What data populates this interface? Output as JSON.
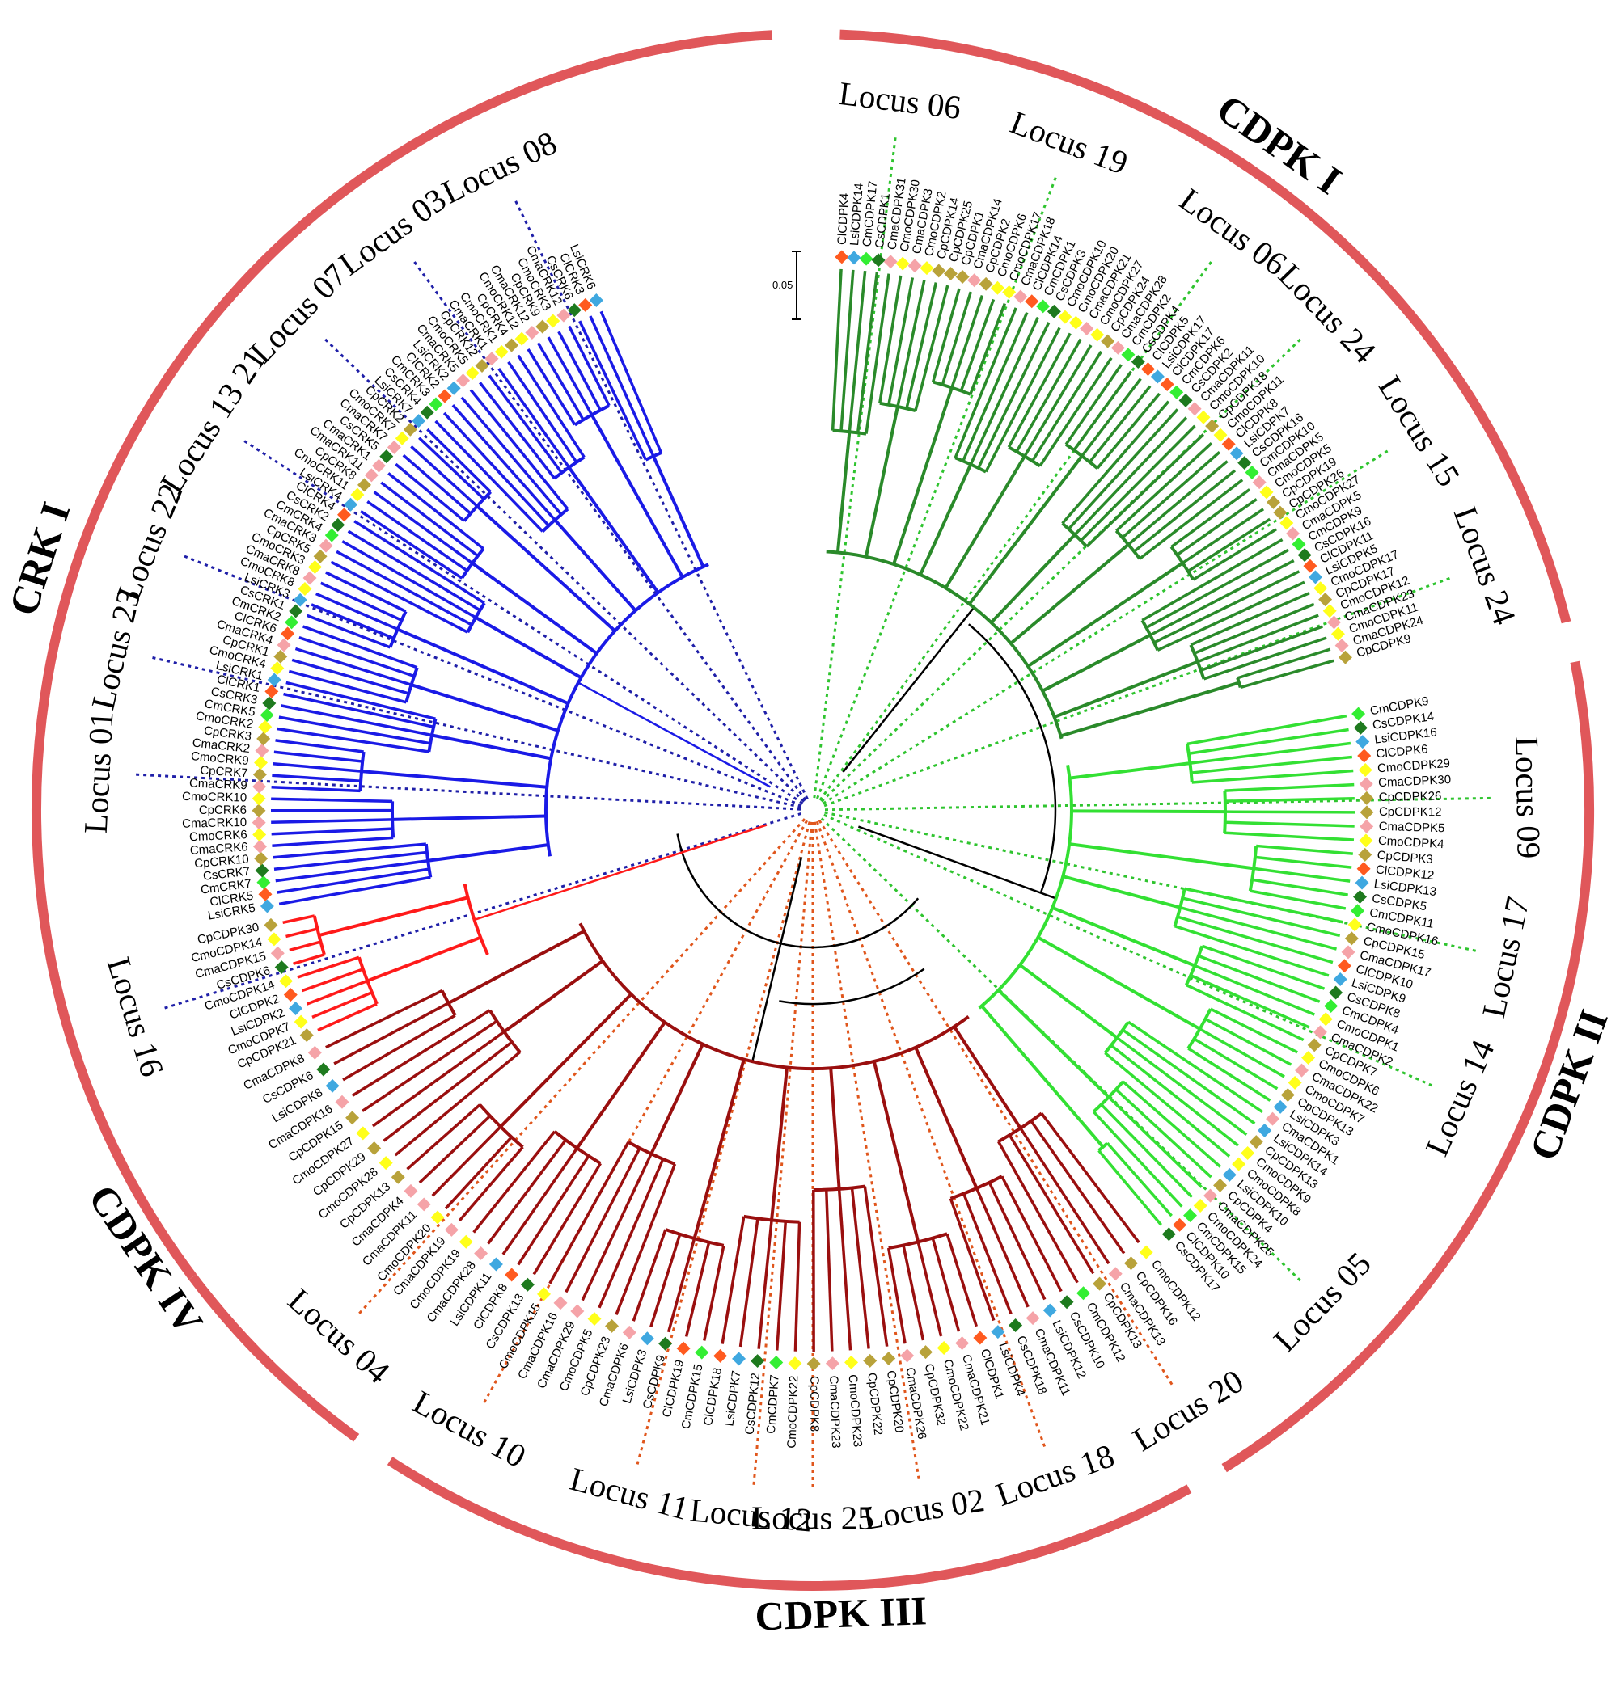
{
  "figure": {
    "scale_bar_label": "0.05",
    "colors": {
      "outer_ring": "#e0575a",
      "crk1": "#1a1ae6",
      "cdpk1": "#2a8a2a",
      "cdpk2": "#33e033",
      "cdpk3": "#9a0f0f",
      "cdpk4": "#ff1a1a",
      "backbone": "#000000",
      "locus_line_blue": "#1f1fa8",
      "locus_line_green": "#2fc42f",
      "locus_line_orange": "#e0561c"
    },
    "species_marker_colors": {
      "Cl": "#ff5a1f",
      "Lsi": "#3fa8e0",
      "Cm": "#33ee33",
      "Cs": "#1e7a1e",
      "Cmo": "#ffff1a",
      "Cma": "#f5a3a8",
      "Cp": "#b8a23a"
    },
    "groups": [
      {
        "label": "CRK I",
        "angle": -72
      },
      {
        "label": "CDPK I",
        "angle": 35
      },
      {
        "label": "CDPK II",
        "angle": 110
      },
      {
        "label": "CDPK III",
        "angle": 178
      },
      {
        "label": "CDPK IV",
        "angle": -124
      }
    ],
    "loci": [
      {
        "label": "Locus 08",
        "angle": -26
      },
      {
        "label": "Locus 03",
        "angle": -36
      },
      {
        "label": "Locus 07",
        "angle": -46
      },
      {
        "label": "Locus 13 21",
        "angle": -57
      },
      {
        "label": "Locus 22",
        "angle": -68
      },
      {
        "label": "Locus 23",
        "angle": -77
      },
      {
        "label": "Locus 01",
        "angle": -87
      },
      {
        "label": "Locus 16",
        "angle": -107
      },
      {
        "label": "Locus 04",
        "angle": -138
      },
      {
        "label": "Locus 10",
        "angle": -151
      },
      {
        "label": "Locus 11",
        "angle": -165
      },
      {
        "label": "Locus 12",
        "angle": -175
      },
      {
        "label": "Locus 25",
        "angle": 180
      },
      {
        "label": "Locus 02",
        "angle": 171
      },
      {
        "label": "Locus 18",
        "angle": 160
      },
      {
        "label": "Locus 20",
        "angle": 148
      },
      {
        "label": "Locus 05",
        "angle": 134
      },
      {
        "label": "Locus 14",
        "angle": 114
      },
      {
        "label": "Locus 17",
        "angle": 102
      },
      {
        "label": "Locus 09",
        "angle": 89
      },
      {
        "label": "Locus 24",
        "angle": 70
      },
      {
        "label": "Locus 15",
        "angle": 58
      },
      {
        "label": "Locus 24",
        "angle": 46
      },
      {
        "label": "Locus 06",
        "angle": 36
      },
      {
        "label": "Locus 19",
        "angle": 21
      },
      {
        "label": "Locus 06",
        "angle": 7
      }
    ],
    "clades": [
      {
        "name": "cdpk1",
        "color_key": "cdpk1",
        "leaves": [
          "ClCDPK4",
          "LsiCDPK14",
          "CmCDPK17",
          "CsCDPK1",
          "CmaCDPK31",
          "CmoCDPK30",
          "CmaCDPK3",
          "CmoCDPK2",
          "CpCDPK14",
          "CpCDPK25",
          "CpCDPK1",
          "CmaCDPK14",
          "CpCDPK2",
          "CmoCDPK6",
          "CmoCDPK17",
          "CmaCDPK18",
          "ClCDPK14",
          "CmCDPK1",
          "CsCDPK3",
          "CmoCDPK10",
          "CmoCDPK20",
          "CmaCDPK21",
          "CmoCDPK27",
          "CpCDPK24",
          "CmaCDPK28",
          "CmCDPK2",
          "CsCDPK4",
          "ClCDPK5",
          "LsiCDPK17",
          "ClCDPK17",
          "CmCDPK6",
          "CsCDPK2",
          "CmaCDPK11",
          "CmoCDPK10",
          "CpCDPK18",
          "CmoCDPK11",
          "ClCDPK8",
          "LsiCDPK7",
          "CsCDPK16",
          "CmCDPK10",
          "CmaCDPK5",
          "CmoCDPK5",
          "CpCDPK19",
          "CpCDPK26",
          "CmoCDPK27",
          "CmaCDPK5",
          "CmCDPK9",
          "CsCDPK16",
          "ClCDPK11",
          "LsiCDPK5",
          "CmoCDPK17",
          "CpCDPK17",
          "CmoCDPK12",
          "CmaCDPK23",
          "CmoCDPK11",
          "CmaCDPK24",
          "CpCDPK9"
        ]
      },
      {
        "name": "cdpk2",
        "color_key": "cdpk2",
        "leaves": [
          "CmCDPK9",
          "CsCDPK14",
          "LsiCDPK16",
          "ClCDPK6",
          "CmoCDPK29",
          "CmaCDPK30",
          "CpCDPK26",
          "CpCDPK12",
          "CmaCDPK5",
          "CmoCDPK4",
          "CpCDPK3",
          "ClCDPK12",
          "LsiCDPK13",
          "CsCDPK5",
          "CmCDPK11",
          "CmoCDPK16",
          "CpCDPK15",
          "CmaCDPK17",
          "ClCDPK10",
          "LsiCDPK9",
          "CsCDPK8",
          "CmCDPK4",
          "CmoCDPK1",
          "CmaCDPK2",
          "CpCDPK7",
          "CmoCDPK6",
          "CmaCDPK22",
          "CmoCDPK7",
          "CpCDPK13",
          "LsiCDPK3",
          "CmaCDPK1",
          "LsiCDPK14",
          "CpCDPK13",
          "CmoCDPK9",
          "CmoCDPK8",
          "LsiCDPK10",
          "CpCDPK4",
          "CmaCDPK25",
          "CmoCDPK24",
          "CmCDPK15",
          "ClCDPK10",
          "CsCDPK17"
        ]
      },
      {
        "name": "cdpk3",
        "color_key": "cdpk3",
        "leaves": [
          "CmoCDPK12",
          "CpCDPK16",
          "CmaCDPK13",
          "CpCDPK13",
          "CmCDPK12",
          "CsCDPK10",
          "LsiCDPK12",
          "CmaCDPK11",
          "CsCDPK18",
          "LsiCDPK4",
          "ClCDPK1",
          "CmaCDPK21",
          "CmoCDPK22",
          "CpCDPK32",
          "CmaCDPK26",
          "CpCDPK20",
          "CpCDPK22",
          "CmoCDPK23",
          "CmaCDPK23",
          "CpCDPK8",
          "CmoCDPK22",
          "CmCDPK7",
          "CsCDPK12",
          "LsiCDPK7",
          "ClCDPK18",
          "CmCDPK15",
          "ClCDPK19",
          "CsCDPK9",
          "LsiCDPK3",
          "CmaCDPK6",
          "CpCDPK23",
          "CmoCDPK5",
          "CmaCDPK29",
          "CmaCDPK16",
          "CmoCDPK15",
          "CsCDPK13",
          "ClCDPK8",
          "LsiCDPK11",
          "CmaCDPK28",
          "CmoCDPK19",
          "CmaCDPK19",
          "CmoCDPK20",
          "CmaCDPK11",
          "CmaCDPK4",
          "CpCDPK13",
          "CmoCDPK28",
          "CpCDPK29",
          "CmoCDPK27",
          "CpCDPK15",
          "CmaCDPK16",
          "LsiCDPK8",
          "CsCDPK6",
          "CmaCDPK8"
        ]
      },
      {
        "name": "cdpk4",
        "color_key": "cdpk4",
        "leaves": [
          "CpCDPK21",
          "CmoCDPK7",
          "LsiCDPK2",
          "ClCDPK2",
          "CmoCDPK14",
          "CsCDPK6",
          "CmaCDPK15",
          "CmoCDPK14",
          "CpCDPK30"
        ]
      },
      {
        "name": "crk1",
        "color_key": "crk1",
        "leaves": [
          "LsiCRK5",
          "ClCRK5",
          "CmCRK7",
          "CsCRK7",
          "CpCRK10",
          "CmaCRK6",
          "CmoCRK6",
          "CmaCRK10",
          "CpCRK6",
          "CmoCRK10",
          "CmaCRK9",
          "CpCRK7",
          "CmoCRK9",
          "CmaCRK2",
          "CpCRK3",
          "CmoCRK2",
          "CmCRK5",
          "CsCRK3",
          "ClCRK1",
          "LsiCRK1",
          "CmoCRK4",
          "CpCRK1",
          "CmaCRK4",
          "ClCRK6",
          "CmCRK2",
          "CsCRK1",
          "LsiCRK3",
          "CmoCRK8",
          "CmaCRK8",
          "CmoCRK3",
          "CpCRK5",
          "CmaCRK3",
          "CmCRK4",
          "CsCRK2",
          "ClCRK4",
          "LsiCRK4",
          "CmoCRK11",
          "CpCRK8",
          "CmaCRK11",
          "CmaCRK1",
          "CsCRK5",
          "CmaCRK7",
          "CmoCRK7",
          "CpCRK2",
          "LsiCRK7",
          "CsCRK4",
          "CmCRK3",
          "ClCRK2",
          "LsiCRK2",
          "CmaCRK5",
          "CmoCRK5",
          "CpCRK12",
          "CmaCRK1",
          "CmoCRK1",
          "CpCRK4",
          "CmoCRK12",
          "CmaCRK12",
          "CpCRK9",
          "CmoCRK3",
          "CmaCRK12",
          "CsCRK6",
          "ClCRK3",
          "LsiCRK6"
        ]
      }
    ]
  }
}
